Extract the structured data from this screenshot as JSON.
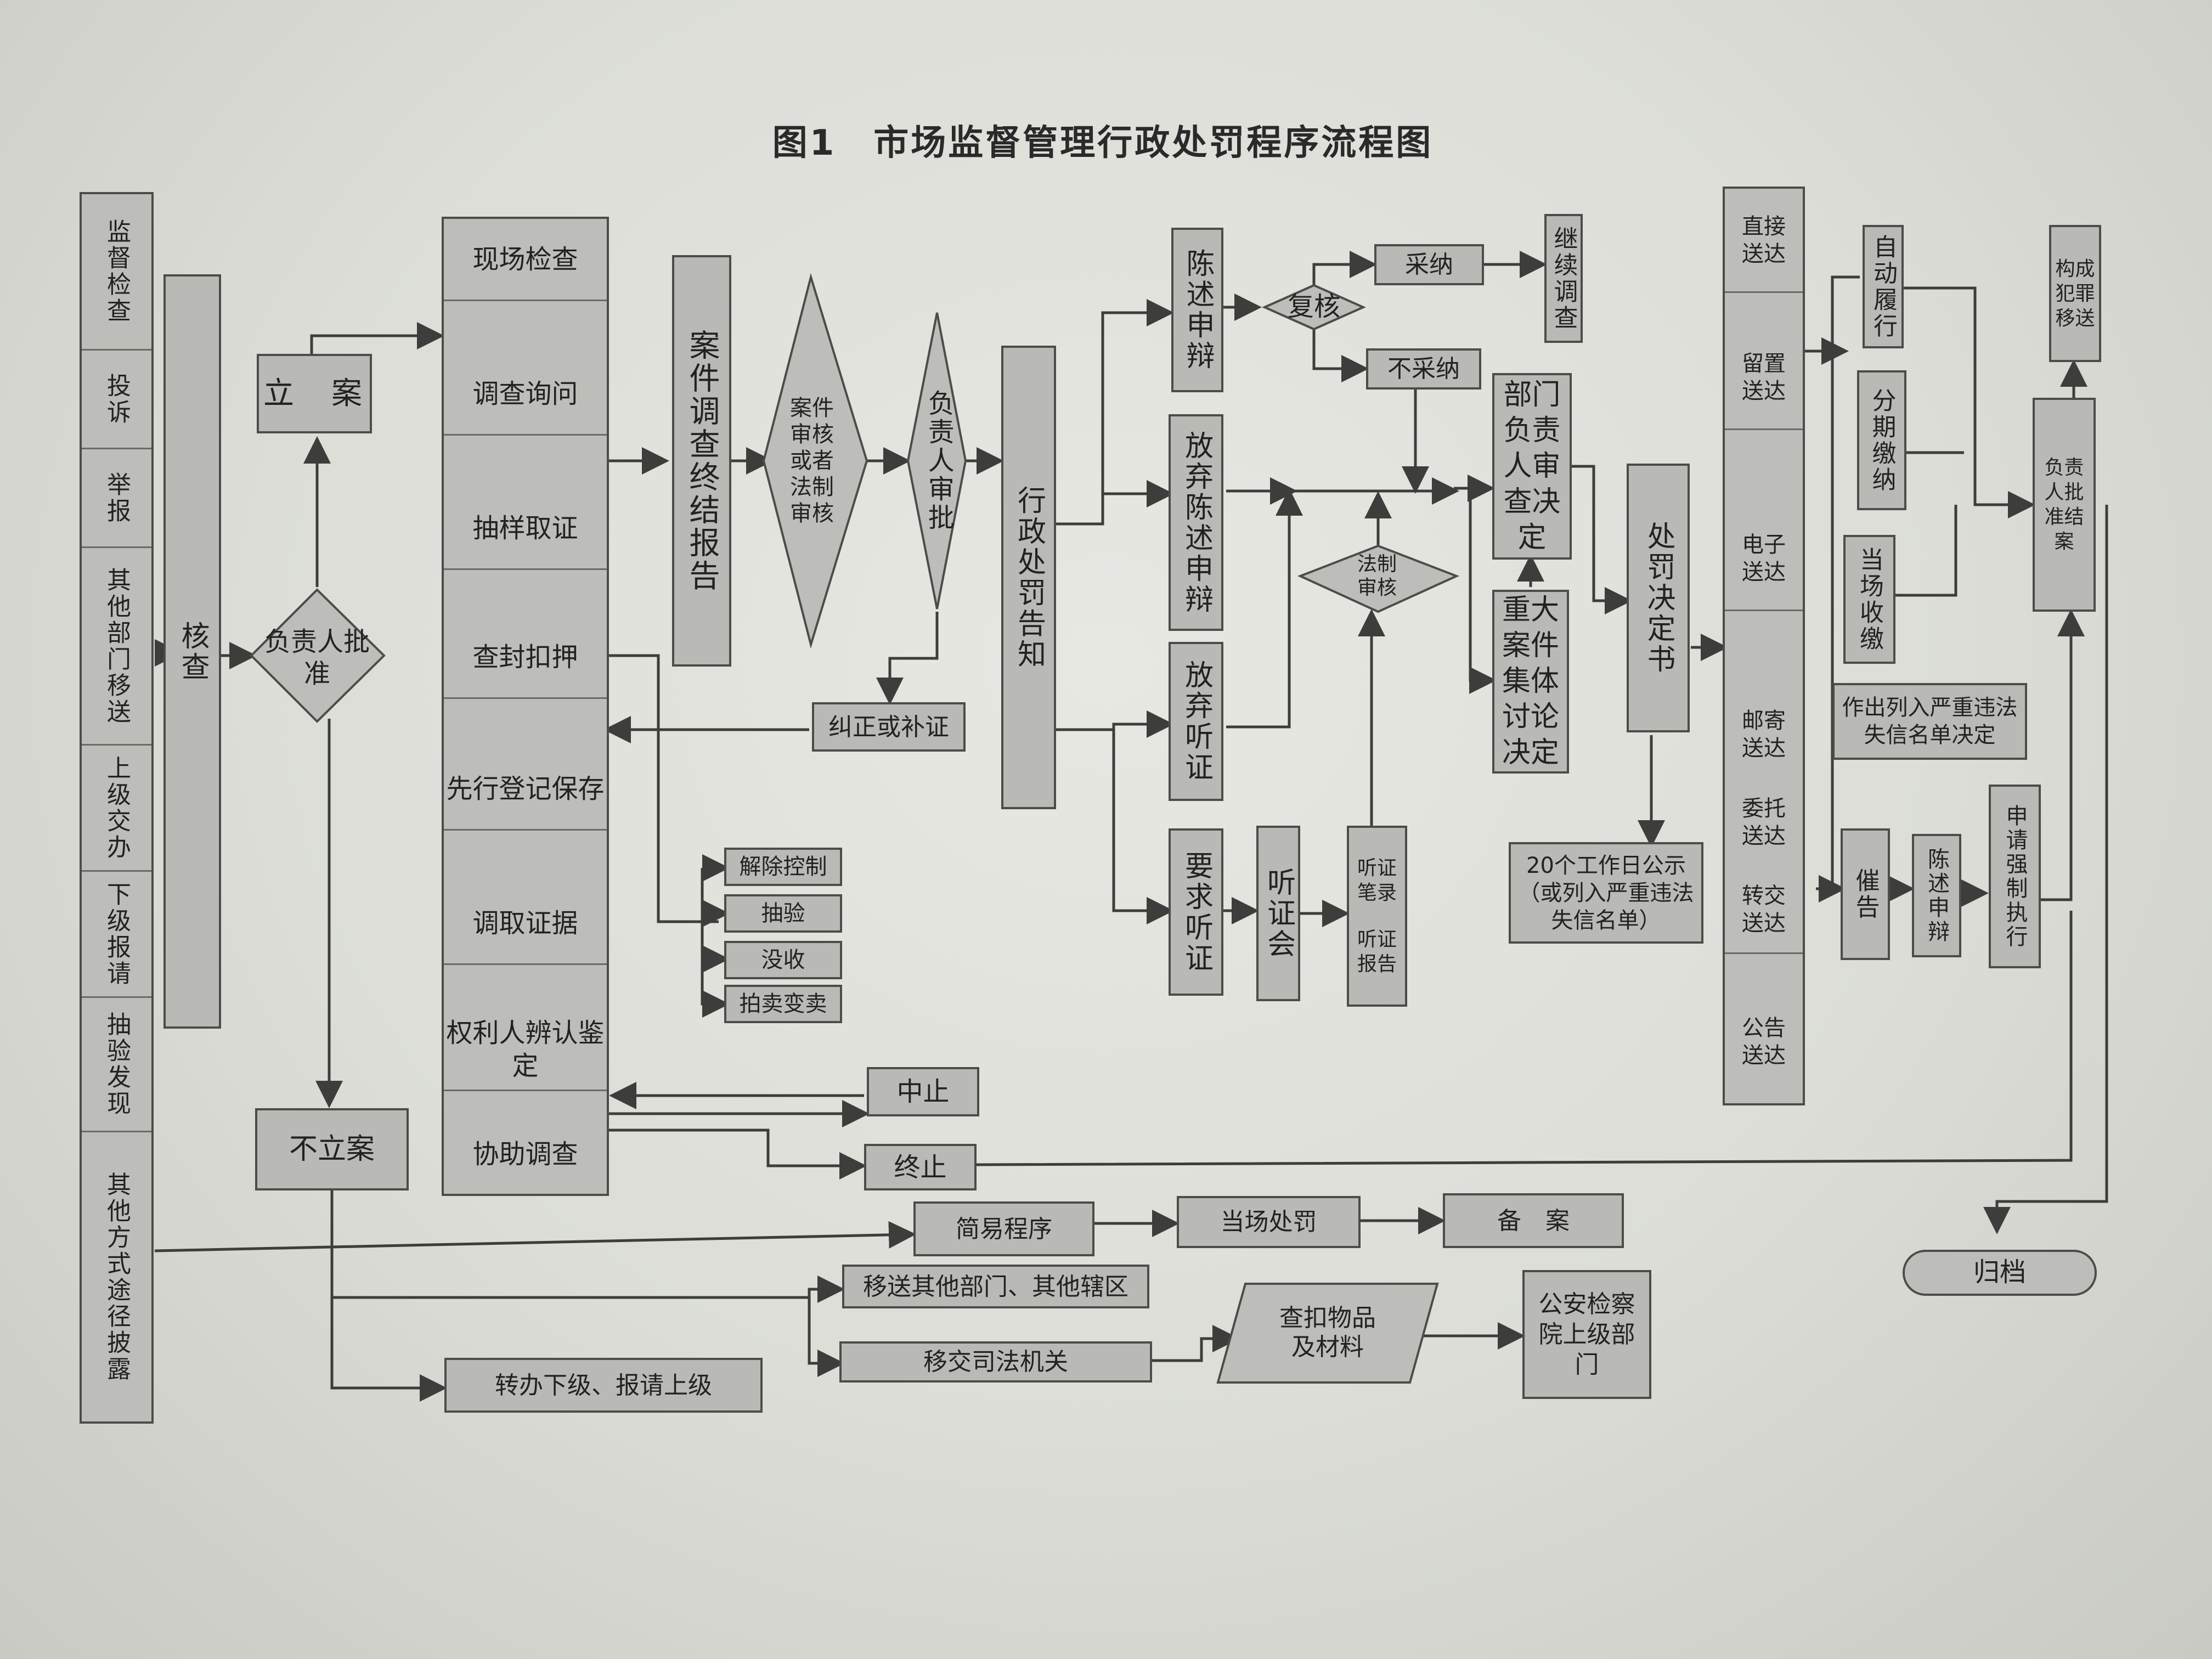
{
  "title": "图1　市场监督管理行政处罚程序流程图",
  "sources": [
    "监督检查",
    "投诉",
    "举报",
    "其他部门移送",
    "上级交办",
    "下级报请",
    "抽验发现",
    "其他方式途径披露"
  ],
  "nodes": {
    "hecha": "核查",
    "fuzeren_pizhun": "负责人批准",
    "lian": "立　案",
    "bulian": "不立案",
    "investigation": [
      "现场检查",
      "调查询问",
      "抽样取证",
      "查封扣押",
      "先行登记保存",
      "调取证据",
      "权利人辨认鉴定",
      "协助调查"
    ],
    "report": "案件调查终结报告",
    "shenhe": "案件审核或者法制审核",
    "fuzeren_shenpi": "负责人审批",
    "jiuzheng": "纠正或补证",
    "gaozhi": "行政处罚告知",
    "chenshu": "陈述申辩",
    "fuhe": "复核",
    "caina": "采纳",
    "bucaina": "不采纳",
    "jixu": "继续调查",
    "fangqi_chenshu": "放弃陈述申辩",
    "fangqi_tingzheng": "放弃听证",
    "yaoqiu_tingzheng": "要求听证",
    "tingzhenghui": "听证会",
    "tingzheng_bilu": "听证笔录",
    "tingzheng_baogao": "听证报告",
    "fazhi_shenhe": "法制审核",
    "bumen_fuzeren": "部门负责人审查决定",
    "zhongda": "重大案件集体讨论决定",
    "chufa_jueding": "处罚决定书",
    "gongshi": "20个工作日公示（或列入严重违法失信名单）",
    "delivery": [
      "直接送达",
      "留置送达",
      "电子送达",
      "邮寄送达",
      "委托送达",
      "转交送达",
      "公告送达"
    ],
    "zidong": "自动履行",
    "fenqi": "分期缴纳",
    "dangchang": "当场收缴",
    "yanzhong": "作出列入严重违法失信名单决定",
    "cuigao": "催告",
    "chenshu2": "陈述申辩",
    "qiangzhi": "申请强制执行",
    "jiean": "负责人批准结案",
    "fanzui": "构成犯罪移送",
    "guidang": "归档",
    "jiechu": "解除控制",
    "chouyan": "抽验",
    "moshou": "没收",
    "paimai": "拍卖变卖",
    "zhongzhi": "中止",
    "zhongjie": "终止",
    "jianyi": "简易程序",
    "dangchang_chufa": "当场处罚",
    "beian": "备　案",
    "yisong_qita": "移送其他部门、其他辖区",
    "yijiao_sifa": "移交司法机关",
    "zhuanban": "转办下级、报请上级",
    "chakou": "查扣物品及材料",
    "gongan": "公安检察院上级部门"
  }
}
